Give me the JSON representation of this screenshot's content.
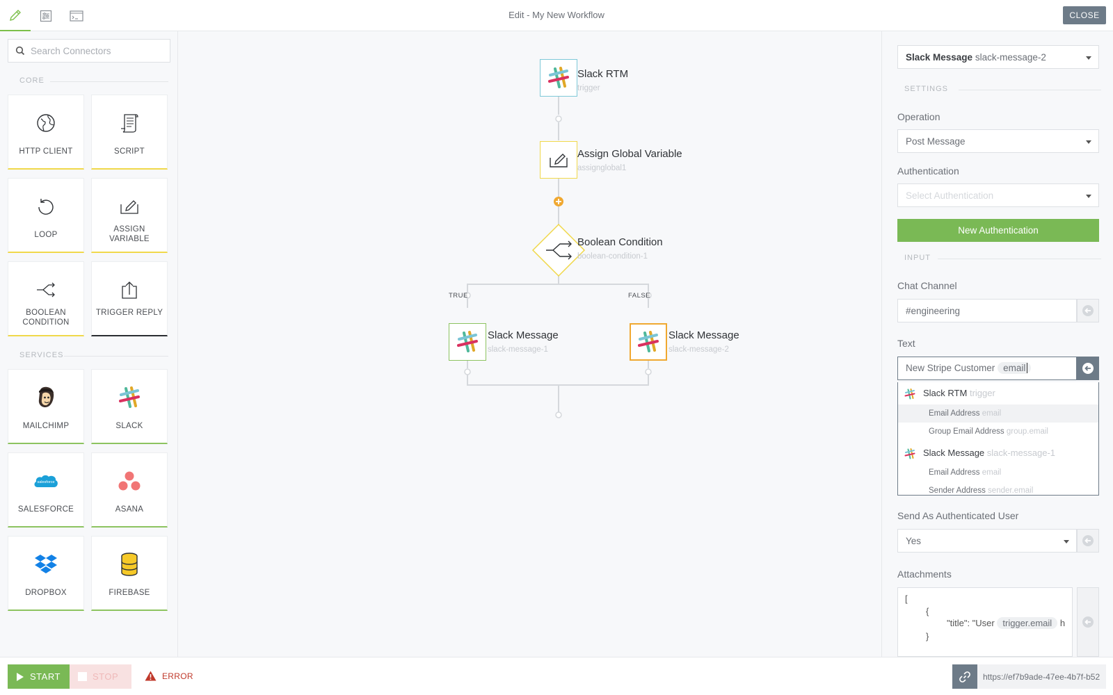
{
  "header": {
    "title": "Edit - My New Workflow",
    "close_label": "CLOSE",
    "mode_tabs": [
      "edit-icon",
      "settings-sliders-icon",
      "console-icon"
    ]
  },
  "palette": {
    "search_placeholder": "Search Connectors",
    "core_heading": "CORE",
    "services_heading": "SERVICES",
    "core": [
      {
        "label": "HTTP CLIENT",
        "icon": "globe-icon"
      },
      {
        "label": "SCRIPT",
        "icon": "script-icon"
      },
      {
        "label": "LOOP",
        "icon": "loop-icon"
      },
      {
        "label": "ASSIGN VARIABLE",
        "icon": "assign-variable-icon"
      },
      {
        "label": "BOOLEAN CONDITION",
        "icon": "branch-icon"
      },
      {
        "label": "TRIGGER REPLY",
        "icon": "trigger-reply-icon"
      }
    ],
    "services": [
      {
        "label": "MAILCHIMP",
        "icon": "mailchimp-icon"
      },
      {
        "label": "SLACK",
        "icon": "slack-icon"
      },
      {
        "label": "SALESFORCE",
        "icon": "salesforce-icon",
        "logo_text": "salesforce"
      },
      {
        "label": "ASANA",
        "icon": "asana-icon"
      },
      {
        "label": "DROPBOX",
        "icon": "dropbox-icon"
      },
      {
        "label": "FIREBASE",
        "icon": "firebase-icon"
      }
    ]
  },
  "workflow": {
    "nodes": [
      {
        "title": "Slack RTM",
        "subtitle": "trigger"
      },
      {
        "title": "Assign Global Variable",
        "subtitle": "assignglobal1"
      },
      {
        "title": "Boolean Condition",
        "subtitle": "boolean-condition-1"
      },
      {
        "title": "Slack Message",
        "subtitle": "slack-message-1"
      },
      {
        "title": "Slack Message",
        "subtitle": "slack-message-2"
      }
    ],
    "branch_true": "TRUE",
    "branch_false": "FALSE",
    "colors": {
      "trigger": "#7ec8d8",
      "core": "#f0d84a",
      "service_true": "#8cc35f",
      "selected": "#f0a830"
    }
  },
  "config": {
    "step_select": {
      "name": "Slack Message",
      "id": "slack-message-2"
    },
    "settings_heading": "SETTINGS",
    "operation_label": "Operation",
    "operation_value": "Post Message",
    "auth_label": "Authentication",
    "auth_placeholder": "Select Authentication",
    "new_auth_label": "New Authentication",
    "input_heading": "INPUT",
    "chat_channel_label": "Chat Channel",
    "chat_channel_value": "#engineering",
    "text_label": "Text",
    "text_value": "New Stripe Customer",
    "text_token": "email",
    "dropdown": [
      {
        "type": "header",
        "name": "Slack RTM",
        "id": "trigger"
      },
      {
        "type": "item",
        "name": "Email Address",
        "path": "email",
        "highlight": true
      },
      {
        "type": "item",
        "name": "Group Email Address",
        "path": "group.email"
      },
      {
        "type": "header",
        "name": "Slack Message",
        "id": "slack-message-1"
      },
      {
        "type": "item",
        "name": "Email Address",
        "path": "email"
      },
      {
        "type": "item",
        "name": "Sender Address",
        "path": "sender.email"
      }
    ],
    "send_as_label": "Send As Authenticated User",
    "send_as_value": "Yes",
    "attachments_label": "Attachments",
    "attachments_code": {
      "open_bracket": "[",
      "open_brace": "{",
      "title_key": "\"title\": \"User",
      "title_token": "trigger.email",
      "title_rest": "h",
      "close_brace": "}"
    }
  },
  "footer": {
    "start_label": "START",
    "stop_label": "STOP",
    "error_label": "ERROR",
    "url": "https://ef7b9ade-47ee-4b7f-b52"
  }
}
